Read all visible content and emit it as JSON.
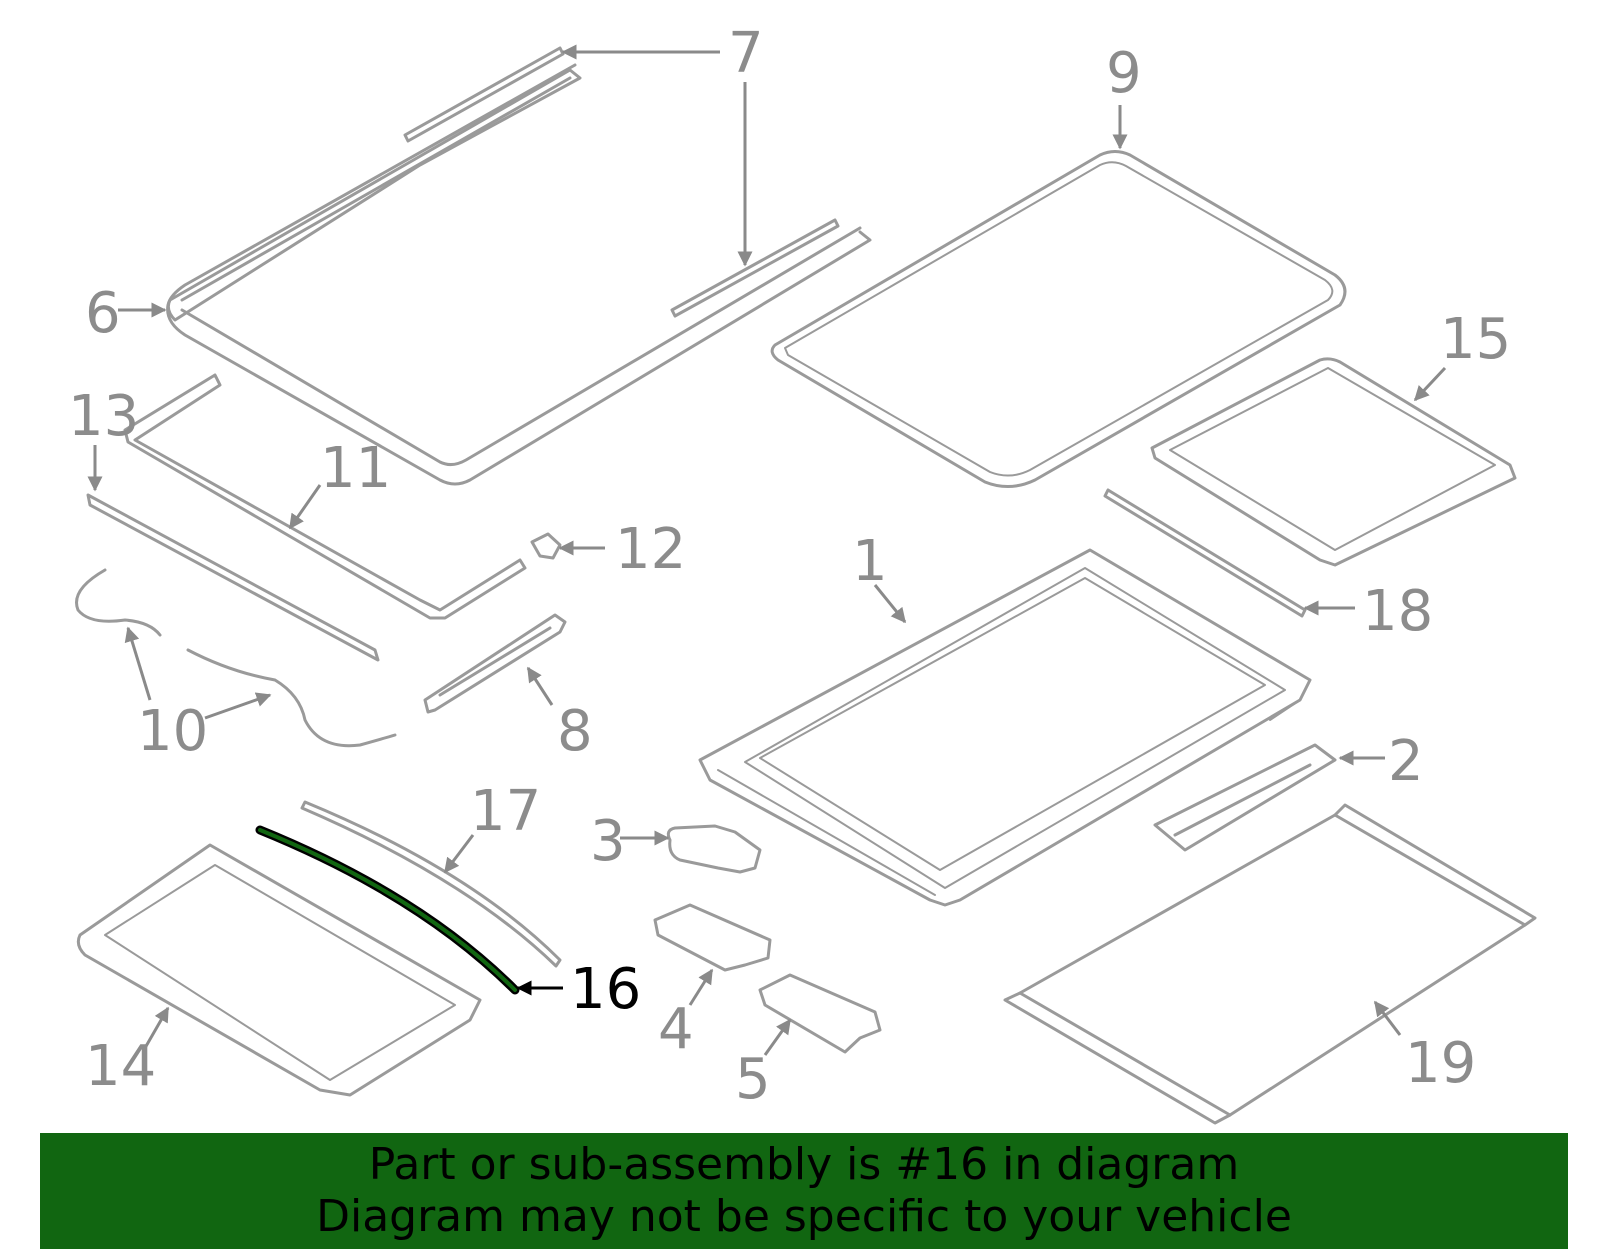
{
  "highlight_color": "#116611",
  "highlighted_part": "16",
  "callouts": [
    "1",
    "2",
    "3",
    "4",
    "5",
    "6",
    "7",
    "8",
    "9",
    "10",
    "11",
    "12",
    "13",
    "14",
    "15",
    "16",
    "17",
    "18",
    "19"
  ],
  "banner": {
    "line1": "Part or sub-assembly is #16 in diagram",
    "line2": "Diagram may not be specific to your vehicle"
  }
}
